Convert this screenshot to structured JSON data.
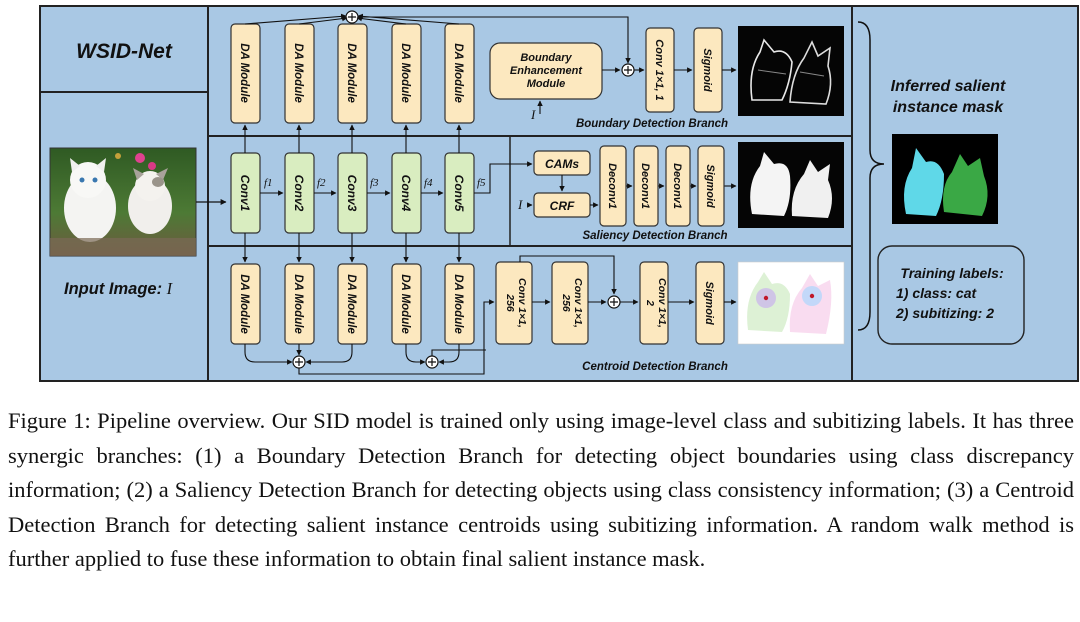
{
  "title": "WSID-Net",
  "input_label": "Input Image: ",
  "input_symbol": "I",
  "conv_blocks": [
    "Conv1",
    "Conv2",
    "Conv3",
    "Conv4",
    "Conv5"
  ],
  "feature_labels": [
    "f1",
    "f2",
    "f3",
    "f4",
    "f5"
  ],
  "da_module_label": "DA Module",
  "boundary": {
    "branch_label": "Boundary Detection Branch",
    "enhancement_module": "Boundary Enhancement Module",
    "enhancement_input": "I",
    "conv": "Conv 1×1, 1",
    "sigmoid": "Sigmoid"
  },
  "saliency": {
    "branch_label": "Saliency Detection Branch",
    "cams": "CAMs",
    "crf": "CRF",
    "crf_input": "I",
    "deconvs": [
      "Deconv1",
      "Deconv1",
      "Deconv1"
    ],
    "sigmoid": "Sigmoid"
  },
  "centroid": {
    "branch_label": "Centroid Detection Branch",
    "conv_a": "Conv 1×1, 256",
    "conv_b": "Conv 1×1, 256",
    "conv_c": "Conv 1×1, 2",
    "sigmoid": "Sigmoid"
  },
  "output_label": "Inferred salient instance mask",
  "training_labels": {
    "heading": "Training labels:",
    "line1": "1) class: cat",
    "line2": "2) subitizing: 2"
  },
  "colors": {
    "panel_bg": "#a9c8e4",
    "da_fill": "#fce8bf",
    "conv_fill": "#d9edc0",
    "mask_cyan": "#5fd8e8",
    "mask_green": "#3aa845"
  },
  "caption": "Figure 1: Pipeline overview. Our SID model is trained only using image-level class and subitizing labels. It has three synergic branches: (1) a Boundary Detection Branch for detecting object boundaries using class discrepancy information; (2) a Saliency Detection Branch for detecting objects using class consistency information; (3) a Centroid Detection Branch for detecting salient instance centroids using subitizing information. A random walk method is further applied to fuse these information to obtain final salient instance mask."
}
